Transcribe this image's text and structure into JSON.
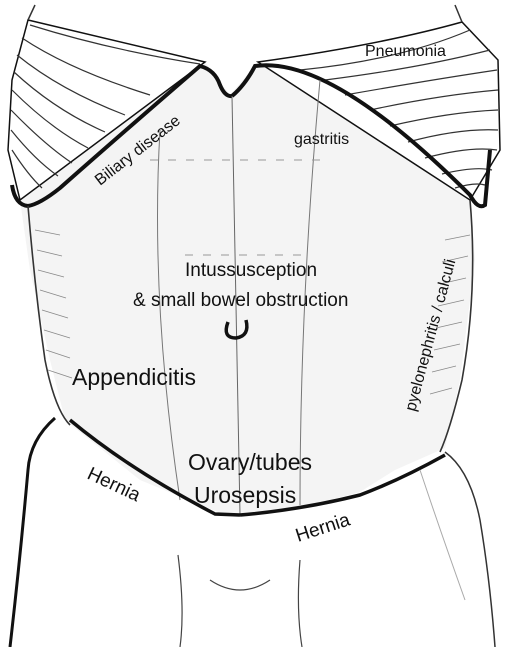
{
  "diagram": {
    "labels": {
      "pneumonia": "Pneumonia",
      "biliary": "Biliary disease",
      "gastritis": "gastritis",
      "intussusception": "Intussusception",
      "sbo": "& small bowel obstruction",
      "appendicitis": "Appendicitis",
      "pyelonephritis": "pyelonephritis / calculi",
      "ovary": "Ovary/tubes",
      "urosepsis": "Urosepsis",
      "hernia_left": "Hernia",
      "hernia_right": "Hernia"
    },
    "colors": {
      "ink": "#111111",
      "skin": "#f4f4f4",
      "background": "#ffffff"
    }
  }
}
